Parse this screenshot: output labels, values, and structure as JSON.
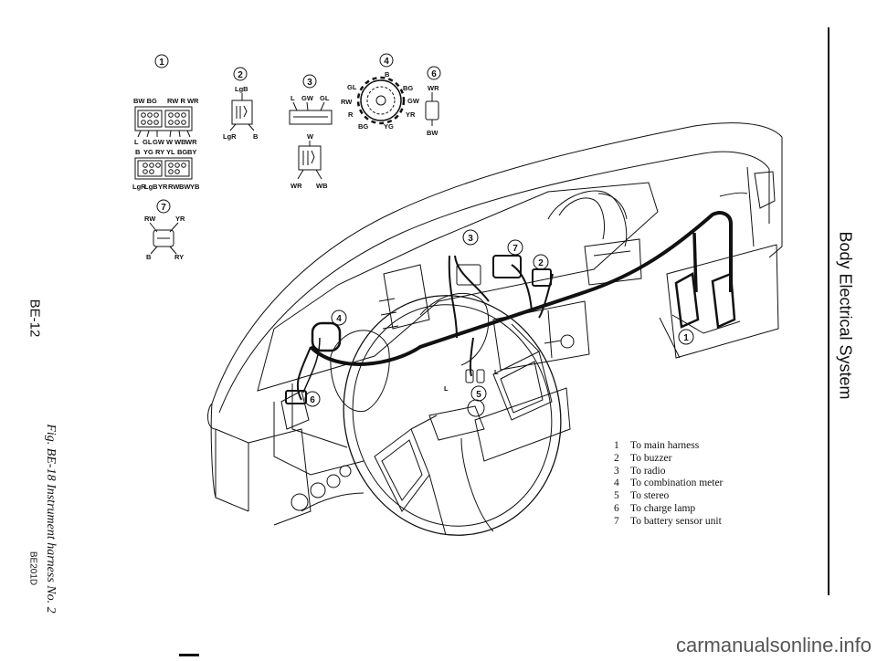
{
  "header": {
    "section_title": "Body Electrical System",
    "page_number": "BE-12"
  },
  "figure": {
    "caption": "Fig. BE-18  Instrument harness No. 2",
    "code": "BE201D",
    "watermark": "carmanualsonline.info"
  },
  "legend": [
    {
      "num": "1",
      "text": "To main harness"
    },
    {
      "num": "2",
      "text": "To buzzer"
    },
    {
      "num": "3",
      "text": "To radio"
    },
    {
      "num": "4",
      "text": "To combination meter"
    },
    {
      "num": "5",
      "text": "To stereo"
    },
    {
      "num": "6",
      "text": "To charge lamp"
    },
    {
      "num": "7",
      "text": "To battery sensor unit"
    }
  ],
  "connectors": {
    "c1": {
      "num": "1",
      "top_labels": [
        "BW BG",
        "RW R WR"
      ],
      "row1": [
        "L",
        "GL",
        "GW",
        "W",
        "WB",
        "WR"
      ],
      "row2_top": [
        "B",
        "YG",
        "RY",
        "YL",
        "BG",
        "BY"
      ],
      "row2_bottom": [
        "LgR",
        "LgB",
        "YR",
        "RW",
        "BW",
        "YB"
      ]
    },
    "c2": {
      "num": "2",
      "top": "LgB",
      "bottom": [
        "LgR",
        "B"
      ]
    },
    "c3": {
      "num": "3",
      "top": [
        "L",
        "GW",
        "GL"
      ],
      "mid": "W",
      "bottom": [
        "WR",
        "WB"
      ]
    },
    "c4": {
      "num": "4",
      "labels": [
        "B",
        "GL",
        "BG",
        "RW",
        "GW",
        "R",
        "YR",
        "BG",
        "YG"
      ]
    },
    "c6": {
      "num": "6",
      "top": "WR",
      "bottom": "BW"
    },
    "c7": {
      "num": "7",
      "top": [
        "RW",
        "YR"
      ],
      "bottom": [
        "B",
        "RY"
      ]
    }
  },
  "callouts": {
    "main": "1",
    "buzzer": "2",
    "radio": "3",
    "meter": "4",
    "stereo": "5",
    "charge": "6",
    "battery": "7",
    "stereo_l1": "L",
    "stereo_l2": "L"
  }
}
